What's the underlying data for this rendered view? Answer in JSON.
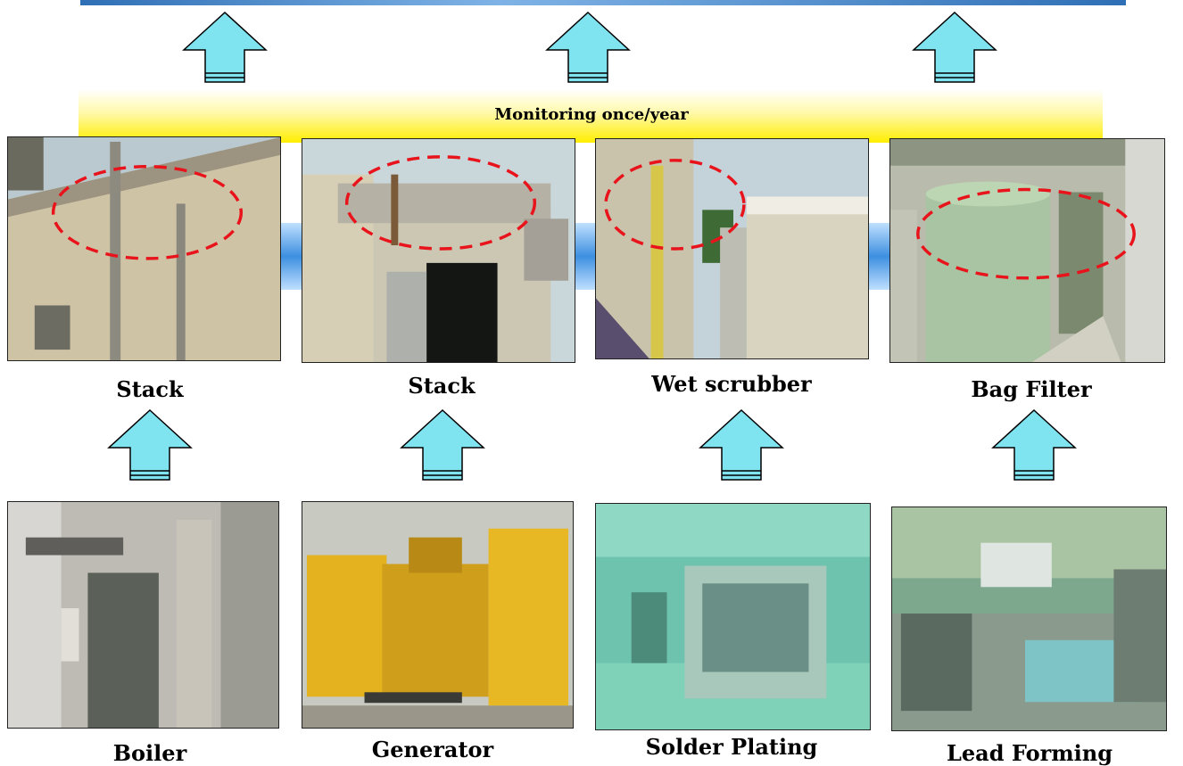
{
  "monitoring_label": "Monitoring once/year",
  "control_row": [
    {
      "caption": "Stack",
      "icon": "stack-photo"
    },
    {
      "caption": "Stack",
      "icon": "stack-photo"
    },
    {
      "caption": "Wet scrubber",
      "icon": "wet-scrubber-photo"
    },
    {
      "caption": "Bag Filter",
      "icon": "bag-filter-photo"
    }
  ],
  "source_row": [
    {
      "caption": "Boiler",
      "icon": "boiler-photo"
    },
    {
      "caption": "Generator",
      "icon": "generator-photo"
    },
    {
      "caption": "Solder Plating",
      "icon": "solder-plating-photo"
    },
    {
      "caption": "Lead Forming",
      "icon": "lead-forming-photo"
    }
  ],
  "colors": {
    "arrow_fill": "#7fe3f0",
    "band_yellow": "#ffee00",
    "highlight_ellipse": "#e8131b"
  }
}
